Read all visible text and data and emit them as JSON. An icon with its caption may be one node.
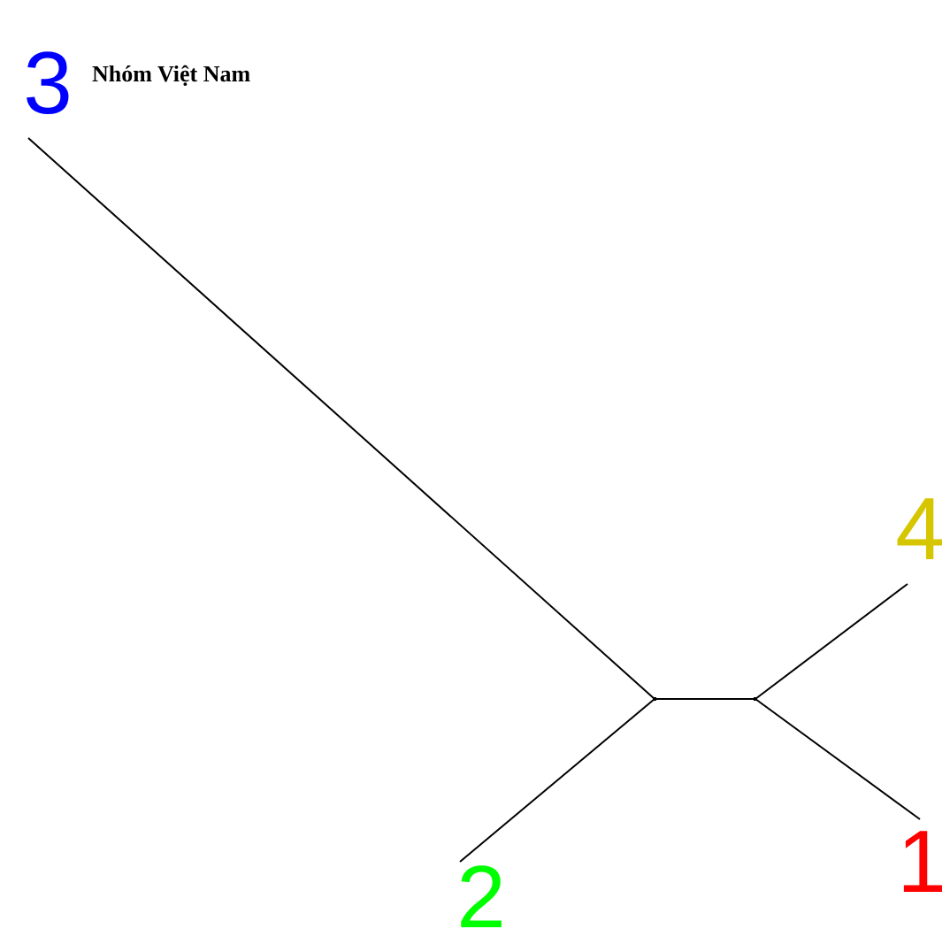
{
  "diagram": {
    "nodes": [
      {
        "text": [
          "3"
        ],
        "beside": [
          "Nhóm Việt Nam"
        ]
      },
      {
        "text": [
          "4"
        ]
      },
      {
        "text": [],
        "shape": "point"
      },
      {
        "text": [],
        "shape": "point"
      },
      {
        "text": [
          "2"
        ]
      },
      {
        "text": [
          "1"
        ]
      }
    ],
    "edges": [
      {
        "from": 0,
        "to": 2,
        "arrow": "none"
      },
      {
        "from": 2,
        "to": 3,
        "arrow": "none"
      },
      {
        "from": 2,
        "to": 4,
        "arrow": "none"
      },
      {
        "from": 3,
        "to": 1,
        "arrow": "none"
      },
      {
        "from": 3,
        "to": 5,
        "arrow": "none"
      }
    ]
  }
}
